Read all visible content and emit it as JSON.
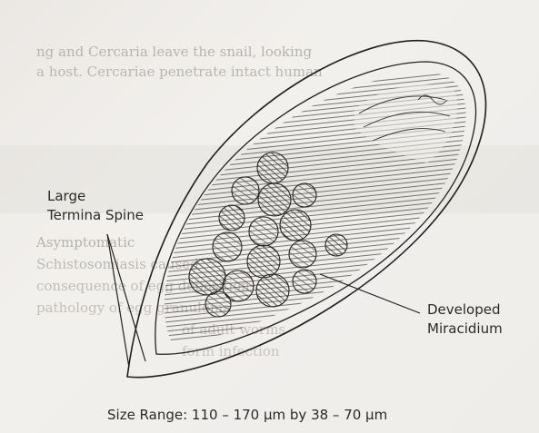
{
  "labels": {
    "spine_line1": "Large",
    "spine_line2": "Termina Spine",
    "miracidium_line1": "Developed",
    "miracidium_line2": "Miracidium",
    "size_range": "Size Range: 110 – 170 µm by 38 – 70 µm"
  },
  "background_text_lines": [
    "ng and Cercaria leave the snail, looking",
    "a host. Cercariae penetrate intact human",
    "",
    "Asymptomatic",
    "Schistosomiasis caused",
    "consequence of egg deposition",
    "pathology of egg granuloma",
    "of adult worms",
    "form infection"
  ],
  "colors": {
    "ink": "#2a2a2a",
    "background": "#eeebe7",
    "faded_text": "#b9b3ad"
  }
}
